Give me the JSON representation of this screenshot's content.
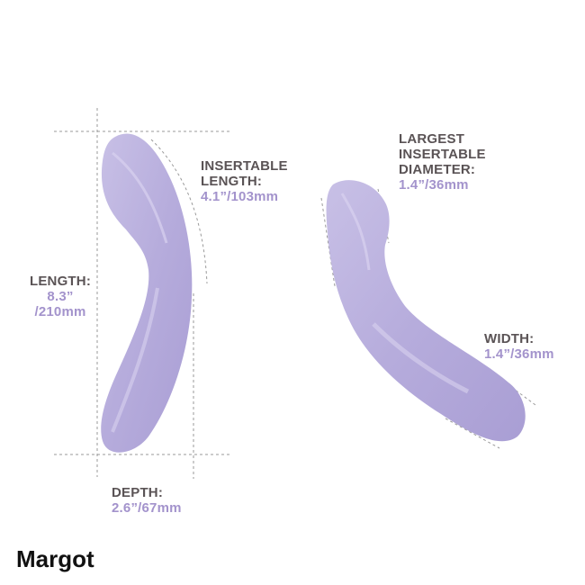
{
  "product": {
    "name": "Margot"
  },
  "colors": {
    "label_key": "#5a5355",
    "label_value": "#a393cc",
    "product_fill": "#b9b0dd",
    "guide_line": "#9a9a9a"
  },
  "measurements": {
    "length": {
      "label": "LENGTH:",
      "value_line1": "8.3”",
      "value_line2": "/210mm"
    },
    "insertable_length": {
      "label_line1": "INSERTABLE",
      "label_line2": "LENGTH:",
      "value": "4.1”/103mm"
    },
    "depth": {
      "label": "DEPTH:",
      "value": "2.6”/67mm"
    },
    "largest_insertable_diameter": {
      "label_line1": "LARGEST",
      "label_line2": "INSERTABLE",
      "label_line3": "DIAMETER:",
      "value": "1.4”/36mm"
    },
    "width": {
      "label": "WIDTH:",
      "value": "1.4”/36mm"
    }
  }
}
